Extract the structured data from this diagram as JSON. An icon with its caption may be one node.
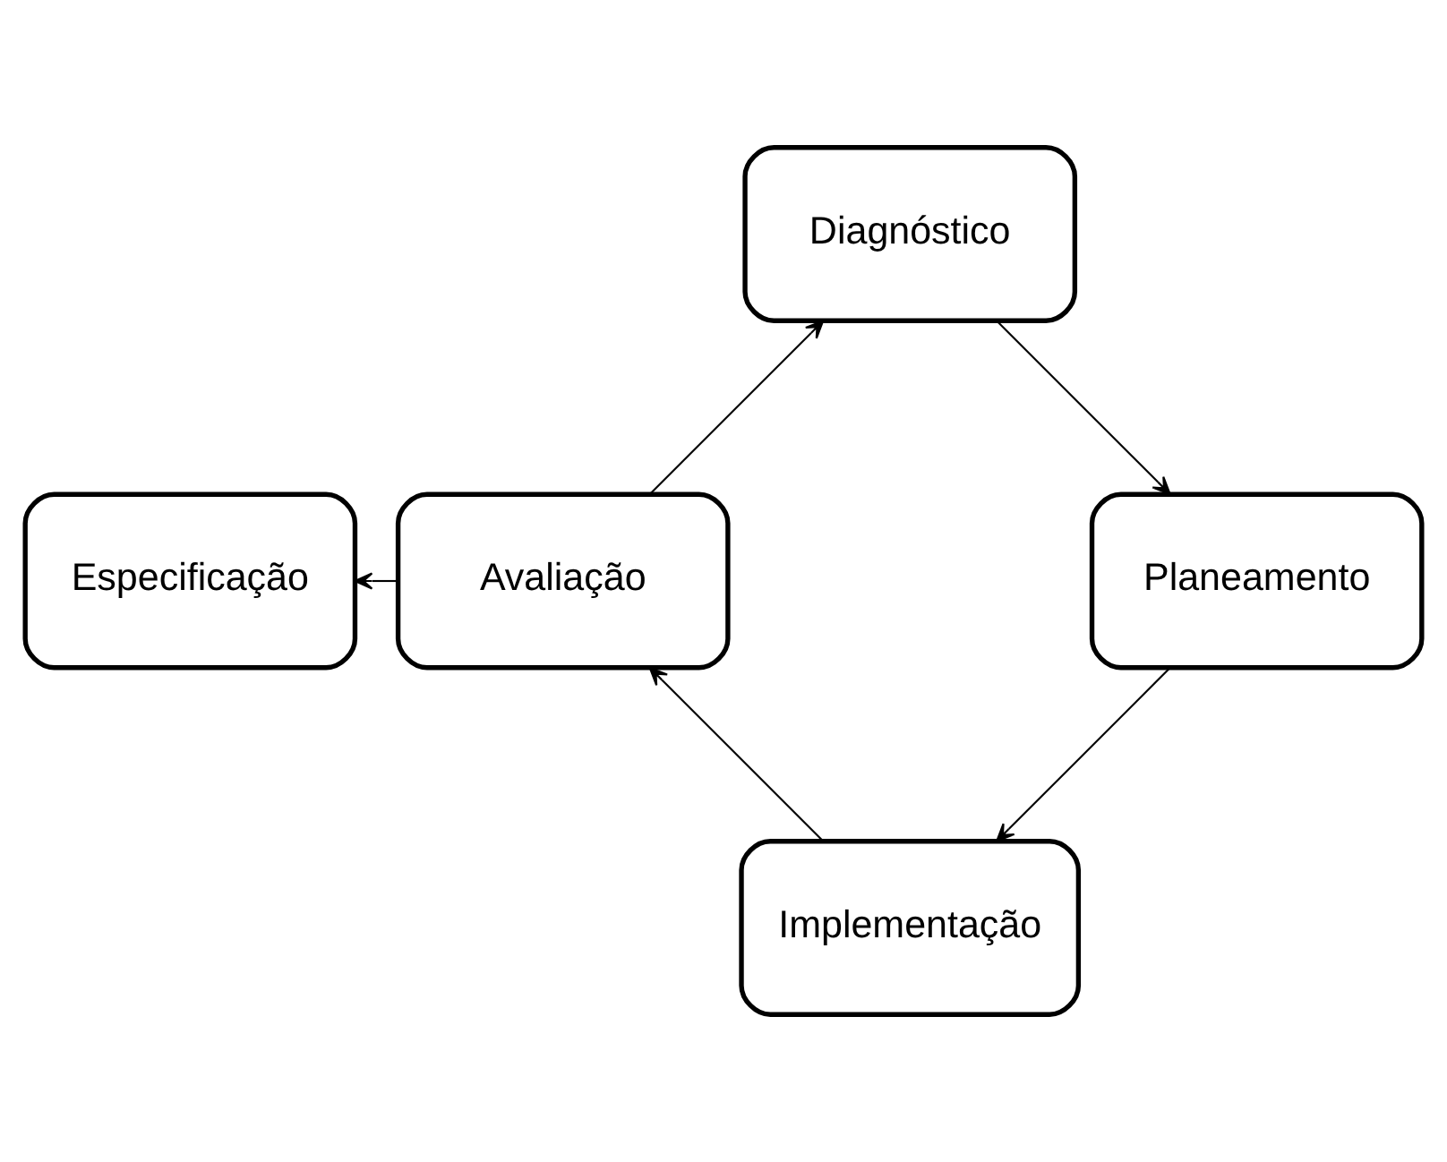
{
  "diagram": {
    "nodes": [
      {
        "text": [
          "Especificação"
        ]
      },
      {
        "text": [
          "Diagnóstico"
        ]
      },
      {
        "text": [
          "Planeamento"
        ]
      },
      {
        "text": [
          "Implementação"
        ]
      },
      {
        "text": [
          "Avaliação"
        ]
      }
    ],
    "edges": [
      {
        "from": 1,
        "to": 2,
        "arrow": "to"
      },
      {
        "from": 2,
        "to": 3,
        "arrow": "to"
      },
      {
        "from": 3,
        "to": 4,
        "arrow": "to"
      },
      {
        "from": 4,
        "to": 0,
        "arrow": "to"
      },
      {
        "from": 4,
        "to": 1,
        "arrow": "to"
      }
    ]
  }
}
